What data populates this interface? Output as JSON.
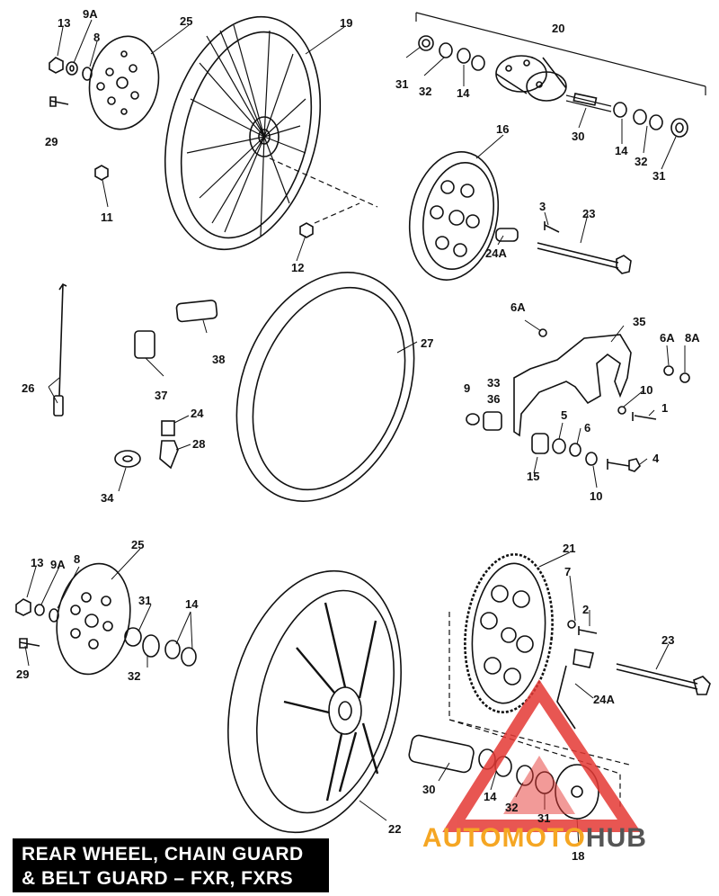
{
  "title": {
    "line1": "REAR WHEEL, CHAIN GUARD",
    "line2": "& BELT GUARD – FXR, FXRS"
  },
  "watermark": {
    "text_left": "AUTOMOTO",
    "text_right": "HUB",
    "colors": {
      "triangle": "#e53935",
      "text_left": "#f5a623",
      "text_right": "#555555"
    }
  },
  "callouts": [
    "1",
    "2",
    "3",
    "4",
    "5",
    "6",
    "6A",
    "7",
    "8",
    "9",
    "9A",
    "10",
    "11",
    "12",
    "13",
    "14",
    "15",
    "16",
    "18",
    "19",
    "20",
    "21",
    "22",
    "23",
    "24",
    "24A",
    "25",
    "26",
    "27",
    "28",
    "29",
    "30",
    "31",
    "32",
    "33",
    "34",
    "35",
    "36",
    "37",
    "38"
  ],
  "labels": {
    "c13a": "13",
    "c9Aa": "9A",
    "c8a": "8",
    "c25a": "25",
    "c19": "19",
    "c20": "20",
    "c31a": "31",
    "c32a": "32",
    "c14a": "14",
    "c29a": "29",
    "c30a": "30",
    "c14b": "14",
    "c32b": "32",
    "c31b": "31",
    "c11": "11",
    "c16": "16",
    "c3": "3",
    "c23a": "23",
    "c12": "12",
    "c24Aa": "24A",
    "c26": "26",
    "c38": "38",
    "c27": "27",
    "c6Aa": "6A",
    "c35": "35",
    "c6Ab": "6A",
    "c8Ab": "8A",
    "c37": "37",
    "c9": "9",
    "c33": "33",
    "c36": "36",
    "c10a": "10",
    "c1": "1",
    "c24": "24",
    "c5": "5",
    "c6": "6",
    "c28": "28",
    "c34": "34",
    "c15": "15",
    "c4": "4",
    "c10b": "10",
    "c13b": "13",
    "c9Ab": "9A",
    "c8b": "8",
    "c25b": "25",
    "c21": "21",
    "c31c": "31",
    "c14c": "14",
    "c7": "7",
    "c2": "2",
    "c29b": "29",
    "c32c": "32",
    "c23b": "23",
    "c24Ab": "24A",
    "c30b": "30",
    "c14d": "14",
    "c32d": "32",
    "c31d": "31",
    "c22": "22",
    "c18": "18"
  }
}
